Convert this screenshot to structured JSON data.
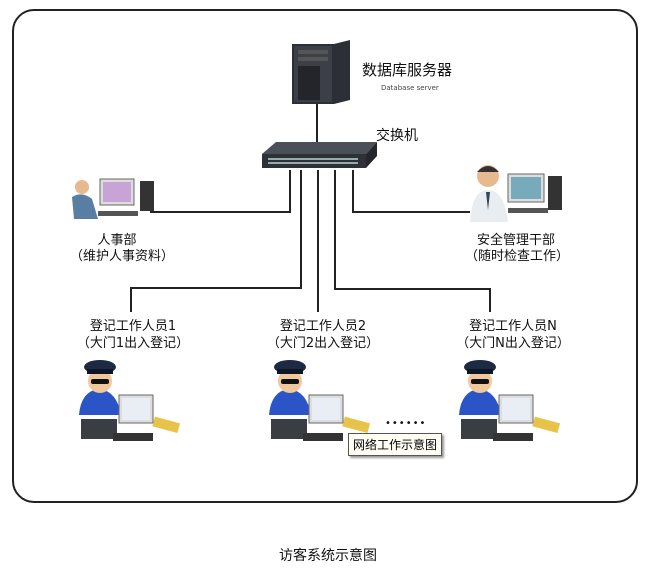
{
  "server": {
    "label": "数据库服务器",
    "sublabel": "Database server"
  },
  "switch": {
    "label": "交换机"
  },
  "hr": {
    "label": "人事部",
    "desc": "（维护人事资料）"
  },
  "security": {
    "label": "安全管理干部",
    "desc": "（随时检查工作）"
  },
  "stations": [
    {
      "label": "登记工作人员1",
      "desc": "（大门1出入登记）"
    },
    {
      "label": "登记工作人员2",
      "desc": "（大门2出入登记）"
    },
    {
      "label": "登记工作人员N",
      "desc": "（大门N出入登记）"
    }
  ],
  "ellipsis": "••••••",
  "tooltip": "网络工作示意图",
  "caption": "访客系统示意图"
}
